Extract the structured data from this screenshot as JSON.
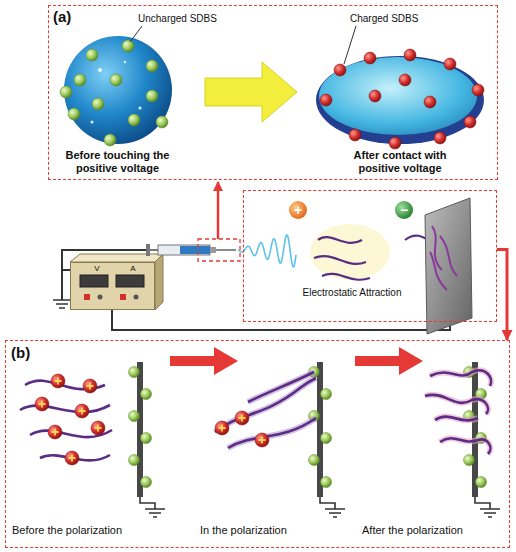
{
  "diagram": {
    "nodes": [
      {
        "text": [
          "(a)"
        ]
      },
      {
        "text": [
          "Electrostatic Attraction"
        ]
      },
      {
        "text": [
          "V",
          "A"
        ]
      },
      {
        "text": [
          "(b)"
        ]
      }
    ],
    "edges": [
      {
        "from": 1,
        "to": 3,
        "arrow": "to"
      }
    ],
    "labels": [
      "Uncharged SDBS",
      "Charged SDBS",
      "Before touching the positive voltage",
      "After contact with positive voltage",
      "+",
      "−",
      "Before the polarization",
      "In the polarization",
      "After the polarization"
    ]
  }
}
